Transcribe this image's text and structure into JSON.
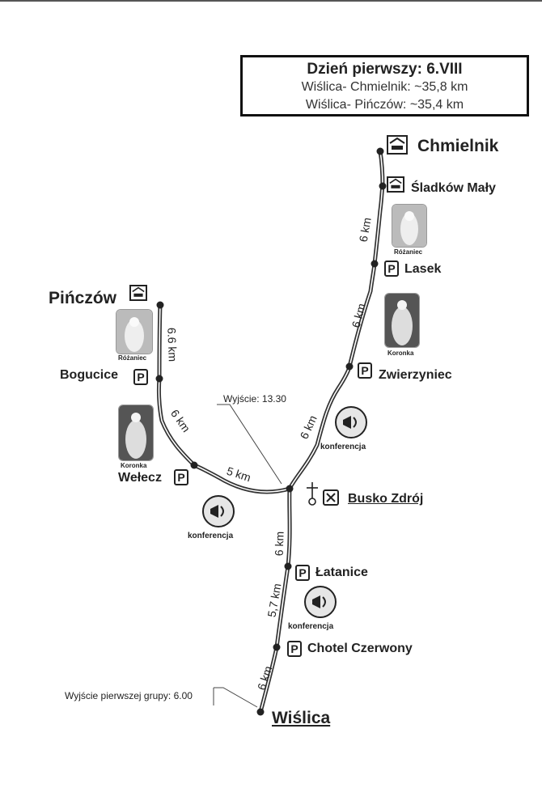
{
  "header": {
    "title": "Dzień pierwszy: 6.VIII",
    "line1": "Wiślica- Chmielnik: ~35,8 km",
    "line2": "Wiślica- Pińczów: ~35,4 km"
  },
  "places": {
    "chmielnik": "Chmielnik",
    "sladkow": "Śladków Mały",
    "lasek": "Lasek",
    "zwierzyniec": "Zwierzyniec",
    "busko": "Busko Zdrój",
    "latanice": "Łatanice",
    "chotel": "Chotel Czerwony",
    "wislica": "Wiślica",
    "pinczow": "Pińczów",
    "bogucice": "Bogucice",
    "welecz": "Wełecz"
  },
  "distances": {
    "d1": "6 km",
    "d2": "6 km",
    "d3": "6 km",
    "d4": "6 km",
    "d5": "5,7 km",
    "d6": "6 km",
    "d7": "6.6 km",
    "d8": "6 km",
    "d9": "5 km"
  },
  "notes": {
    "departure_busko": "Wyjście: 13.30",
    "departure_first": "Wyjście pierwszej grupy: 6.00"
  },
  "symbols": {
    "parking": "P",
    "rozaniec": "Różaniec",
    "koronka": "Koronka",
    "konferencja": "konferencja"
  },
  "colors": {
    "route": "#333333",
    "route_inner": "#ffffff",
    "box_border": "#111111"
  }
}
